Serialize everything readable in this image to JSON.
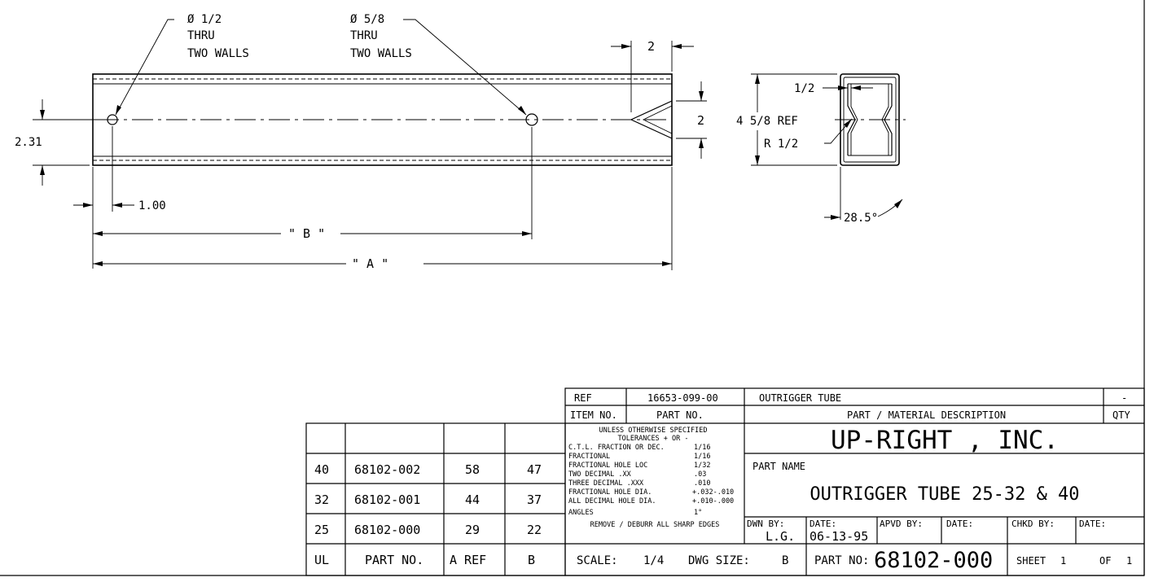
{
  "views": {
    "hole1_callout": [
      "Ø 1/2",
      "THRU",
      "TWO WALLS"
    ],
    "hole2_callout": [
      "Ø 5/8",
      "THRU",
      "TWO WALLS"
    ],
    "dim_end_length": "2",
    "dim_end_height": "2",
    "dim_height": "2.31",
    "dim_hole_offset": "1.00",
    "dim_b": "\" B \"",
    "dim_a": "\" A \"",
    "dim_section_height": "4 5/8 REF",
    "dim_section_width": "1/2",
    "dim_radius": "R 1/2",
    "dim_angle": "28.5°"
  },
  "parts_table": {
    "rows": [
      {
        "ul": "",
        "part_no": "",
        "a_ref": "",
        "b": ""
      },
      {
        "ul": "40",
        "part_no": "68102-002",
        "a_ref": "58",
        "b": "47"
      },
      {
        "ul": "32",
        "part_no": "68102-001",
        "a_ref": "44",
        "b": "37"
      },
      {
        "ul": "25",
        "part_no": "68102-000",
        "a_ref": "29",
        "b": "22"
      }
    ],
    "headers": {
      "ul": "UL",
      "part_no": "PART NO.",
      "a_ref": "A REF",
      "b": "B"
    }
  },
  "title_block": {
    "ref_label": "REF",
    "ref_value": "16653-099-00",
    "ref_desc": "OUTRIGGER TUBE",
    "ref_qty": "-",
    "item_no_label": "ITEM NO.",
    "part_no_label": "PART NO.",
    "description_label": "PART / MATERIAL  DESCRIPTION",
    "qty_label": "QTY",
    "tol_heading_1": "UNLESS OTHERWISE SPECIFIED",
    "tol_heading_2": "TOLERANCES    + OR -",
    "tolerances": [
      {
        "label": "C.T.L. FRACTION OR DEC.",
        "value": "1/16"
      },
      {
        "label": "FRACTIONAL",
        "value": "1/16"
      },
      {
        "label": "FRACTIONAL HOLE LOC",
        "value": "1/32"
      },
      {
        "label": "TWO DECIMAL .XX",
        "value": ".03"
      },
      {
        "label": "THREE DECIMAL .XXX",
        "value": ".010"
      },
      {
        "label": "FRACTIONAL HOLE DIA.",
        "value": "+.032-.010"
      },
      {
        "label": "ALL DECIMAL HOLE DIA.",
        "value": "+.010-.000"
      },
      {
        "label": "ANGLES",
        "value": "1°"
      }
    ],
    "deburr_note": "REMOVE / DEBURR ALL SHARP EDGES",
    "company": "UP-RIGHT , INC.",
    "part_name_label": "PART NAME",
    "part_name": "OUTRIGGER TUBE 25-32 & 40",
    "dwn_by_label": "DWN BY:",
    "dwn_by": "L.G.",
    "date_label": "DATE:",
    "date": "06-13-95",
    "apvd_by_label": "APVD BY:",
    "date2_label": "DATE:",
    "chkd_by_label": "CHKD BY:",
    "date3_label": "DATE:",
    "scale_label": "SCALE:",
    "scale": "1/4",
    "dwg_size_label": "DWG SIZE:",
    "dwg_size": "B",
    "part_no_field_label": "PART NO:",
    "part_no_field": "68102-000",
    "sheet_label": "SHEET",
    "sheet": "1",
    "of_label": "OF",
    "of": "1"
  }
}
